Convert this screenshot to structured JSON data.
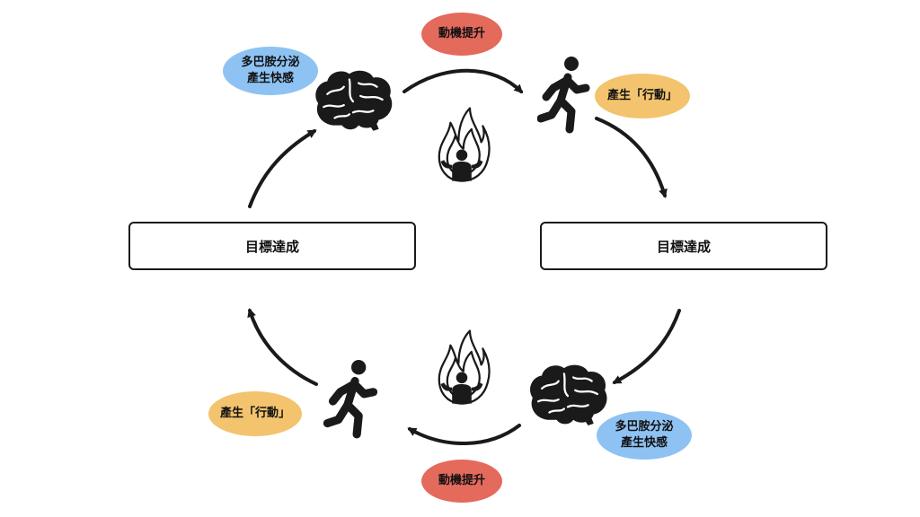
{
  "colors": {
    "motivation": "#e46a5c",
    "action": "#f3c36e",
    "dopamine": "#8ec2f3",
    "ink": "#1a1a1a"
  },
  "icons": [
    "brain-icon",
    "runner-icon",
    "flame-person-icon",
    "arrow-icon"
  ],
  "top_cycle": {
    "motivation": "動機提升",
    "dopamine": [
      "多巴胺分泌",
      "產生快感"
    ],
    "action": "產生「行動」"
  },
  "goal_left": "目標達成",
  "goal_right": "目標達成",
  "bottom_cycle": {
    "motivation": "動機提升",
    "dopamine": [
      "多巴胺分泌",
      "產生快感"
    ],
    "action": "產生「行動」"
  }
}
